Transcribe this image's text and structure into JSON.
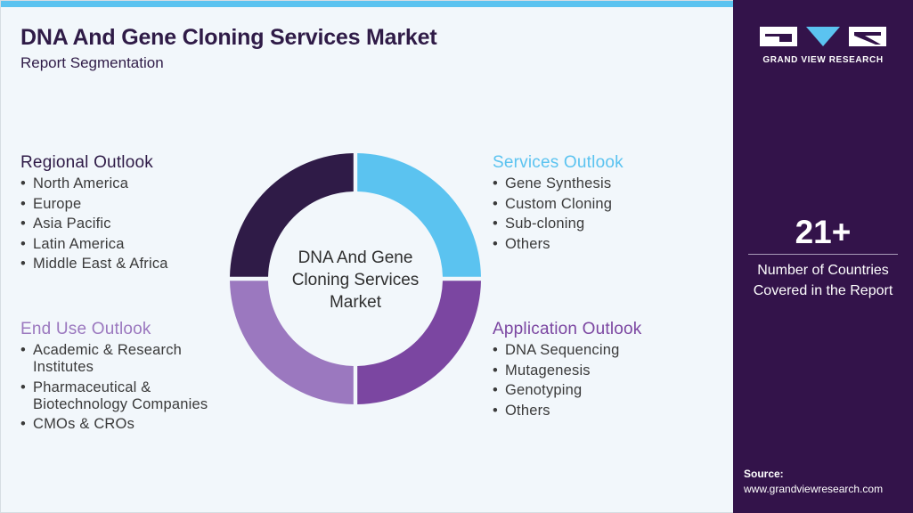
{
  "header": {
    "title": "DNA And Gene Cloning Services Market",
    "subtitle": "Report Segmentation"
  },
  "center_label": "DNA And Gene Cloning Services Market",
  "colors": {
    "services": "#5bc3f0",
    "application": "#7b46a1",
    "end_use": "#9b78bf",
    "regional": "#2f1b47",
    "sidebar": "#33134a"
  },
  "donut_segments": [
    {
      "key": "services",
      "color": "#5bc3f0"
    },
    {
      "key": "application",
      "color": "#7b46a1"
    },
    {
      "key": "end_use",
      "color": "#9b78bf"
    },
    {
      "key": "regional",
      "color": "#2f1b47"
    }
  ],
  "outlooks": {
    "regional": {
      "heading": "Regional Outlook",
      "items": [
        "North America",
        "Europe",
        "Asia Pacific",
        "Latin America",
        "Middle East & Africa"
      ]
    },
    "services": {
      "heading": "Services Outlook",
      "items": [
        "Gene Synthesis",
        "Custom Cloning",
        "Sub-cloning",
        "Others"
      ]
    },
    "end_use": {
      "heading": "End Use Outlook",
      "items": [
        "Academic & Research Institutes",
        "Pharmaceutical & Biotechnology Companies",
        "CMOs & CROs"
      ]
    },
    "application": {
      "heading": "Application Outlook",
      "items": [
        "DNA Sequencing",
        "Mutagenesis",
        "Genotyping",
        "Others"
      ]
    }
  },
  "sidebar": {
    "brand": "GRAND VIEW RESEARCH",
    "stat_value": "21+",
    "stat_caption": "Number of Countries Covered in the Report",
    "source_label": "Source:",
    "source_url": "www.grandviewresearch.com"
  }
}
